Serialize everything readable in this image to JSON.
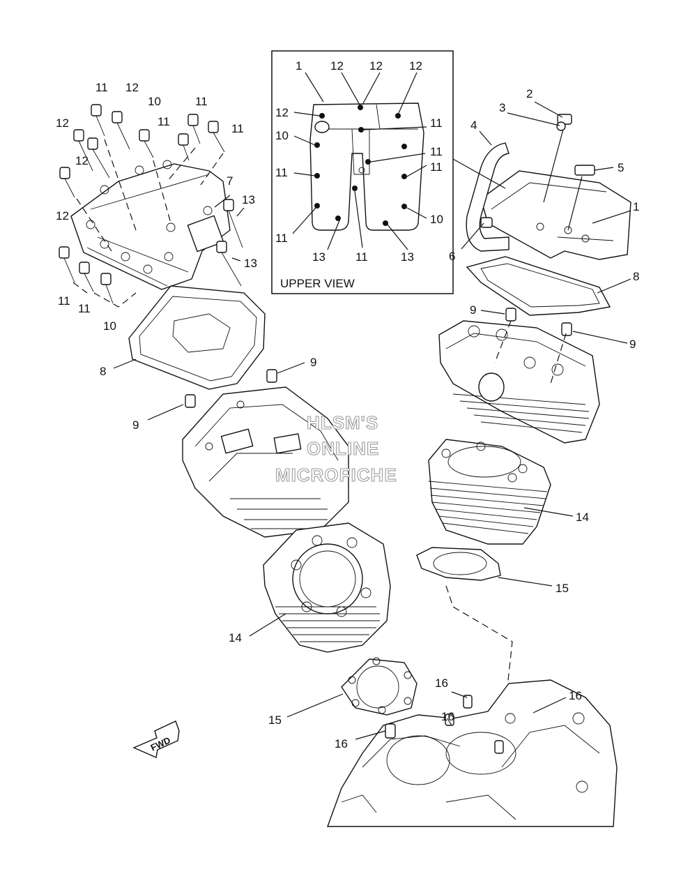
{
  "callouts": {
    "c1": "11",
    "c2": "12",
    "c3": "10",
    "c4": "11",
    "c5": "11",
    "c6": "11",
    "c7": "12",
    "c8": "12",
    "c9": "12",
    "c10": "7",
    "c11": "13",
    "c12": "12",
    "c13": "13",
    "c14": "11",
    "c15": "11",
    "c16": "10",
    "c17": "8",
    "c18": "9",
    "c19": "9",
    "c20": "14",
    "c21": "15",
    "c22": "16",
    "c23": "16",
    "c24": "16",
    "c25": "16",
    "c26": "14",
    "c27": "15",
    "c28": "9",
    "c29": "9",
    "c30": "8",
    "c31": "1",
    "c32": "2",
    "c33": "3",
    "c34": "4",
    "c35": "5",
    "c36": "6"
  },
  "upper_view": {
    "caption": "UPPER VIEW",
    "labels": {
      "u1": "1",
      "u2": "12",
      "u3": "12",
      "u4": "12",
      "u5": "12",
      "u6": "11",
      "u7": "11",
      "u8": "10",
      "u9": "11",
      "u10": "11",
      "u11": "11",
      "u12": "13",
      "u13": "11",
      "u14": "13",
      "u15": "10"
    }
  },
  "fwd_label": "FWD",
  "watermark": {
    "line1": "HLSM'S",
    "line2": "ONLINE",
    "line3": "MICROFICHE"
  }
}
